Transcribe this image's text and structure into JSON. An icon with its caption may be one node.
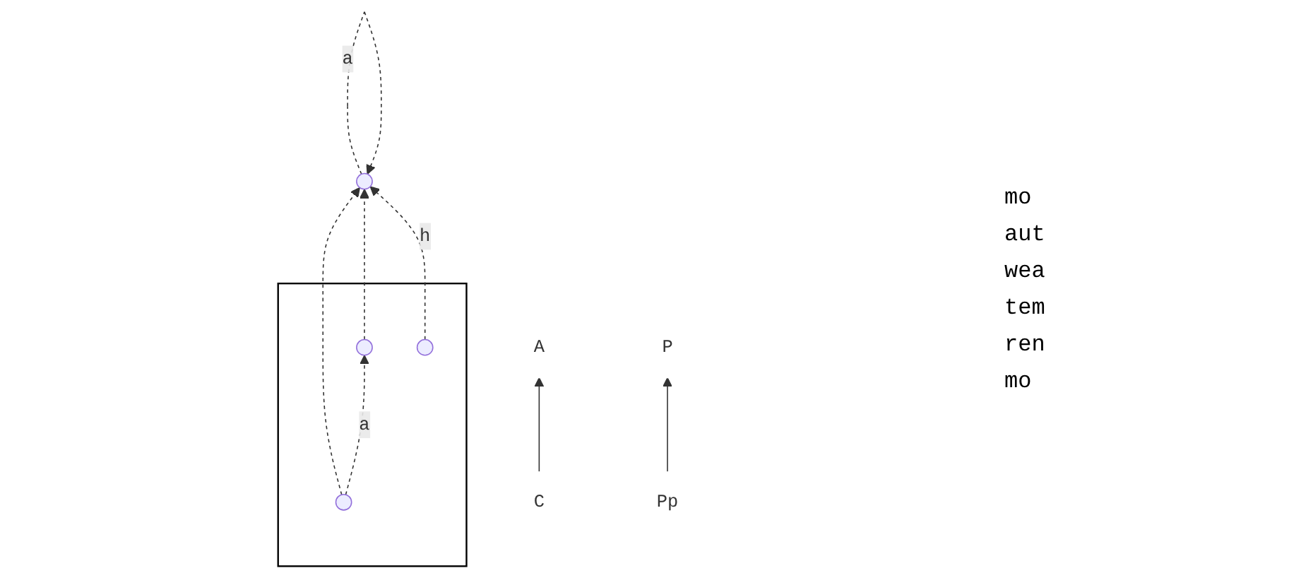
{
  "diagram": {
    "nodes": [
      {
        "text": [],
        "shape": "circle"
      },
      {
        "text": [],
        "shape": "box"
      },
      {
        "text": [],
        "shape": "circle",
        "in": 1
      },
      {
        "text": [],
        "shape": "circle",
        "in": 1
      },
      {
        "text": [],
        "shape": "circle",
        "in": 1
      },
      {
        "text": [
          "A"
        ]
      },
      {
        "text": [
          "C"
        ]
      },
      {
        "text": [
          "Pp"
        ]
      },
      {
        "text": [
          "P"
        ]
      }
    ],
    "edges": [
      {
        "from": 0,
        "to": 0,
        "arrow": "to",
        "label": "a",
        "style": "dashed"
      },
      {
        "from": 2,
        "to": 0,
        "arrow": "to",
        "style": "dashed"
      },
      {
        "from": 3,
        "to": 0,
        "arrow": "to",
        "style": "dashed"
      },
      {
        "from": 4,
        "to": 0,
        "arrow": "to",
        "label": "h",
        "style": "dashed"
      },
      {
        "from": 2,
        "to": 3,
        "arrow": "to",
        "label": "a",
        "style": "dashed"
      },
      {
        "from": 6,
        "to": 5,
        "arrow": "to"
      },
      {
        "from": 7,
        "to": 8,
        "arrow": "to"
      }
    ],
    "labels": [
      "mo",
      "aut",
      "wea",
      "tem",
      "ren",
      "mo"
    ]
  }
}
